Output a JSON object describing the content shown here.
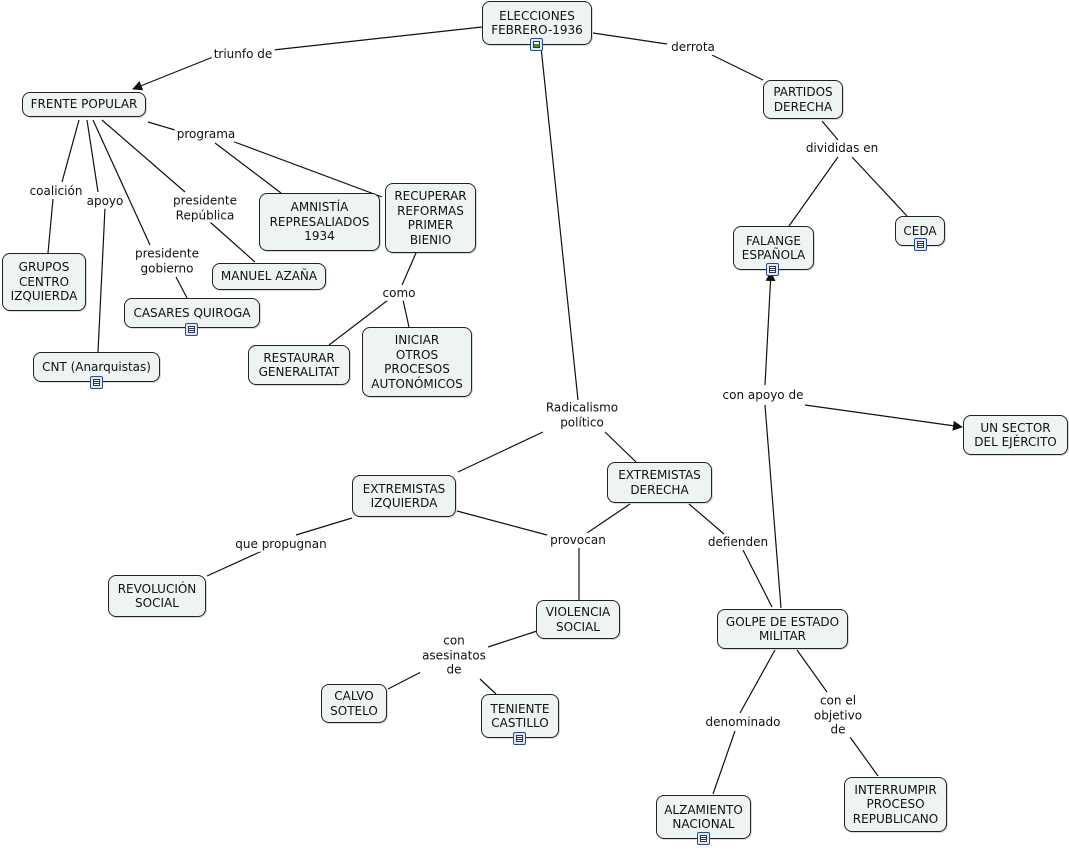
{
  "concept_map": {
    "nodes": {
      "elecciones": {
        "text": "ELECCIONES\nFEBRERO-1936",
        "icon": "image-resource-icon"
      },
      "frente": {
        "text": "FRENTE POPULAR"
      },
      "partidos": {
        "text": "PARTIDOS\nDERECHA"
      },
      "grupos": {
        "text": "GRUPOS\nCENTRO\nIZQUIERDA"
      },
      "cnt": {
        "text": "CNT (Anarquistas)",
        "icon": "document-resource-icon"
      },
      "casares": {
        "text": "CASARES QUIROGA",
        "icon": "document-resource-icon"
      },
      "azana": {
        "text": "MANUEL AZAÑA"
      },
      "amnistia": {
        "text": "AMNISTÍA\nREPRESALIADOS\n1934"
      },
      "recuperar": {
        "text": "RECUPERAR\nREFORMAS\nPRIMER\nBIENIO"
      },
      "restaurar": {
        "text": "RESTAURAR\nGENERALITAT"
      },
      "iniciar": {
        "text": "INICIAR\nOTROS\nPROCESOS\nAUTONÓMICOS"
      },
      "falange": {
        "text": "FALANGE\nESPAÑOLA",
        "icon": "document-resource-icon"
      },
      "ceda": {
        "text": "CEDA",
        "icon": "document-resource-icon"
      },
      "sector": {
        "text": "UN SECTOR\nDEL EJÉRCITO"
      },
      "extizq": {
        "text": "EXTREMISTAS\nIZQUIERDA"
      },
      "extder": {
        "text": "EXTREMISTAS\nDERECHA"
      },
      "revolucion": {
        "text": "REVOLUCIÓN\nSOCIAL"
      },
      "violencia": {
        "text": "VIOLENCIA\nSOCIAL"
      },
      "calvo": {
        "text": "CALVO\nSOTELO"
      },
      "teniente": {
        "text": "TENIENTE\nCASTILLO",
        "icon": "document-resource-icon"
      },
      "golpe": {
        "text": "GOLPE DE ESTADO\nMILITAR"
      },
      "alzamiento": {
        "text": "ALZAMIENTO\nNACIONAL",
        "icon": "document-resource-icon"
      },
      "interrumpir": {
        "text": "INTERRUMPIR\nPROCESO\nREPUBLICANO"
      }
    },
    "links": {
      "triunfo": "triunfo de",
      "derrota": "derrota",
      "programa": "programa",
      "coalicion": "coalición",
      "apoyo": "apoyo",
      "presrep": "presidente\nRepública",
      "presgob": "presidente\ngobierno",
      "como": "como",
      "divididas": "divididas en",
      "conapoyo": "con apoyo de",
      "radicalismo": "Radicalismo\npolítico",
      "propugnan": "que propugnan",
      "provocan": "provocan",
      "defienden": "defienden",
      "asesinatos": "con\nasesinatos\nde",
      "denominado": "denominado",
      "objetivo": "con el\nobjetivo\nde"
    }
  }
}
